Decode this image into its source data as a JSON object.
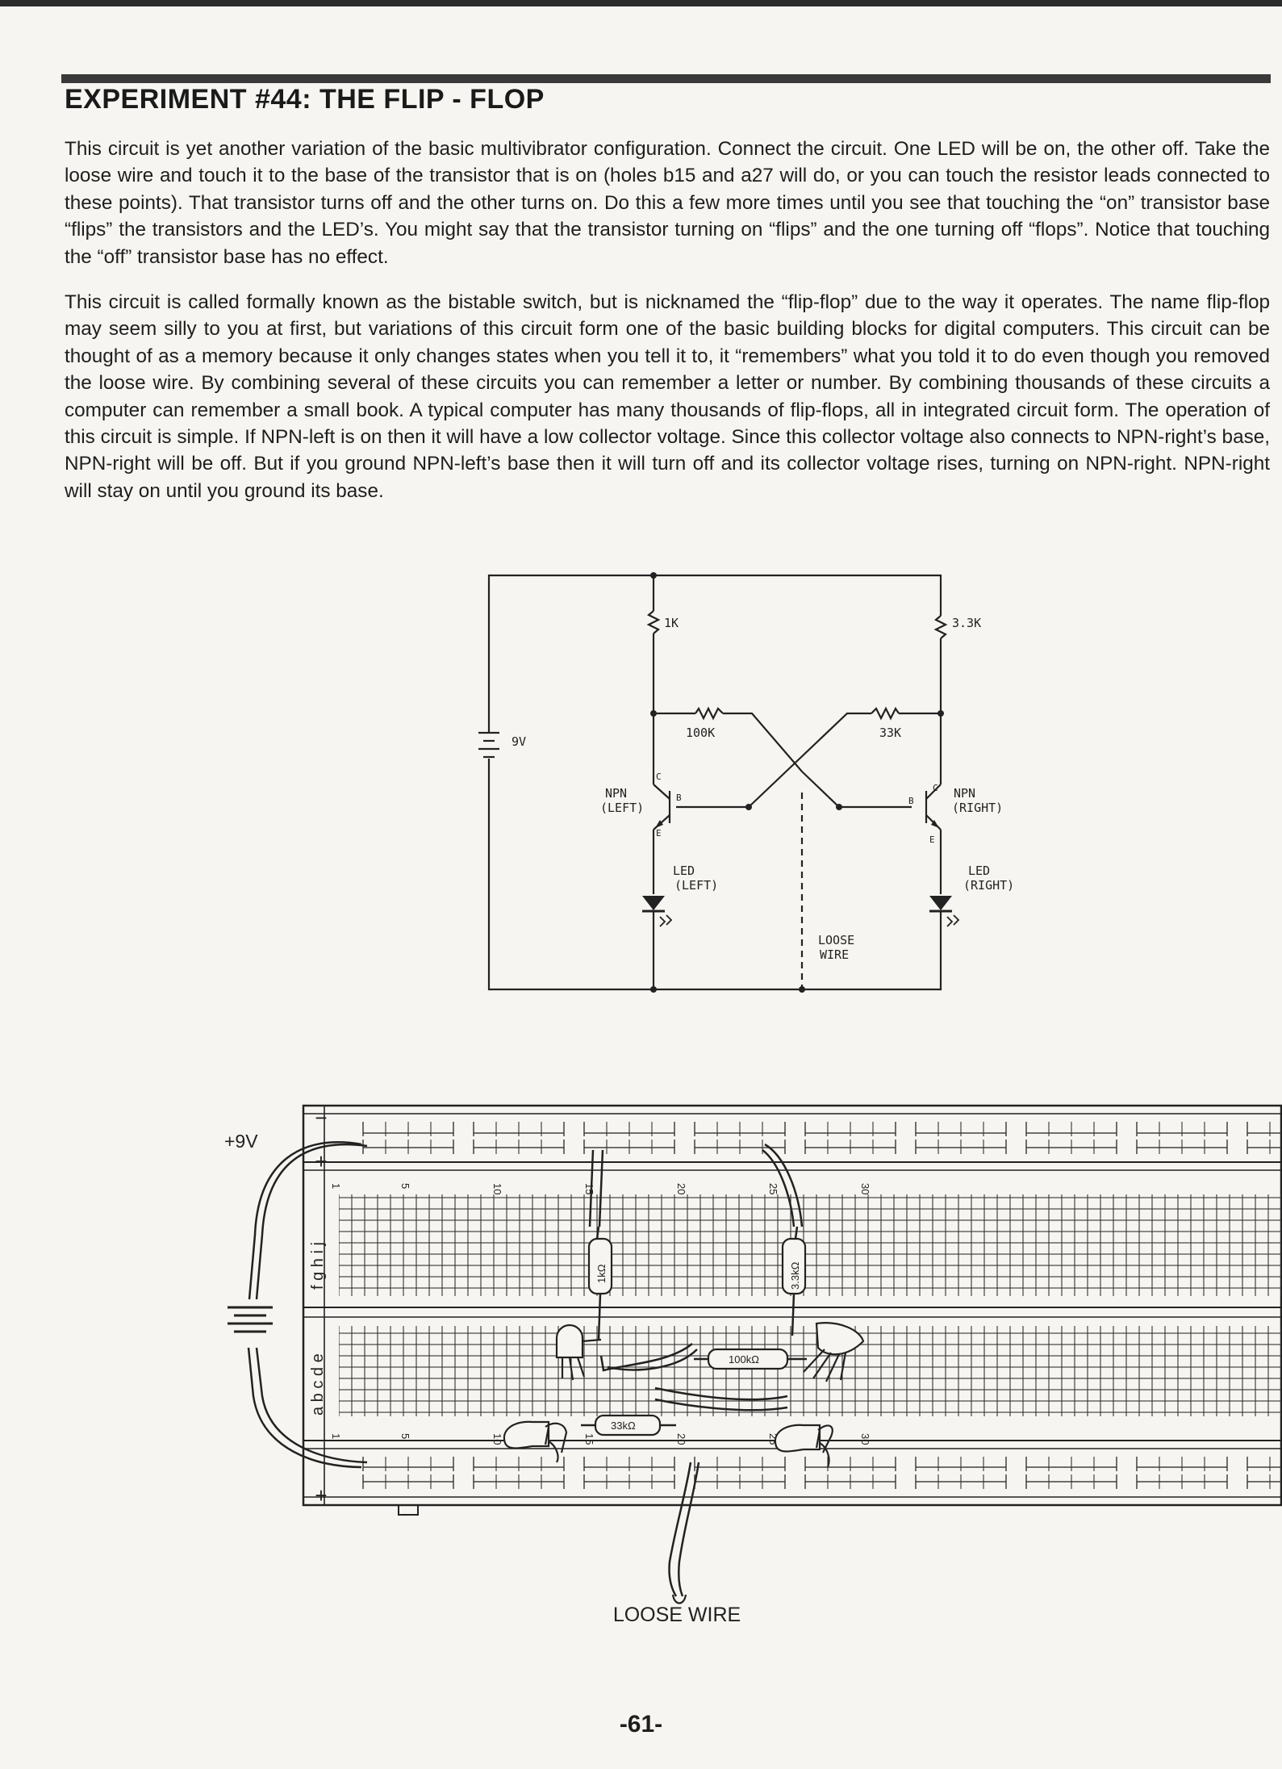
{
  "header": {
    "title": "EXPERIMENT #44:  THE FLIP - FLOP"
  },
  "body": {
    "paragraph_1": "This circuit is yet another variation of the basic multivibrator configuration.  Connect the circuit. One LED will be on, the other off.  Take the loose wire and touch it to the base of the transistor that is on (holes b15 and a27 will do, or you can touch the resistor leads connected to these points).  That transistor turns off and the other turns on.  Do this a few more times until you see that touching the “on” transistor base “flips” the transistors and the LED’s.  You might say that the transistor turning on “flips” and the one turning off “flops”.  Notice that touching the “off” transistor base has no effect.",
    "paragraph_2": "This circuit is called formally known as the bistable switch, but is nicknamed the “flip-flop” due to the way it operates.  The name flip-flop may seem silly to you at first, but variations of this circuit form one of the basic building blocks for digital computers.  This circuit can be thought of as a memory because it only changes states when you tell it to, it “remembers” what you told it to do even though you removed the loose wire.  By combining several of these circuits you can remember a letter or number.  By combining thousands of these circuits a computer can remember a small book.  A typical computer has many thousands of flip-flops, all in integrated circuit form.  The operation of this circuit is simple.  If NPN-left is on then it will have a low collector voltage.  Since this collector voltage also connects to NPN-right’s base, NPN-right will be off.  But if you ground NPN-left’s base then it will turn off and its collector voltage rises, turning on NPN-right.  NPN-right will stay on until you ground its base."
  },
  "schematic": {
    "r1": "1K",
    "r2": "3.3K",
    "r3": "100K",
    "r4": "33K",
    "battery": "9V",
    "npn_left_1": "NPN",
    "npn_left_2": "(LEFT)",
    "npn_right_1": "NPN",
    "npn_right_2": "(RIGHT)",
    "led_left_1": "LED",
    "led_left_2": "(LEFT)",
    "led_right_1": "LED",
    "led_right_2": "(RIGHT)",
    "loose_wire_1": "LOOSE",
    "loose_wire_2": "WIRE",
    "pin_c": "C",
    "pin_b": "B",
    "pin_e": "E"
  },
  "breadboard": {
    "supply_label": "+9V",
    "minus": "−",
    "plus": "+",
    "rows_top": "f g h i j",
    "rows_bottom": "a b c d e",
    "columns": [
      "1",
      "5",
      "10",
      "15",
      "20",
      "25",
      "30"
    ],
    "resistor_1k": "1kΩ",
    "resistor_3k3": "3.3kΩ",
    "resistor_100k": "100kΩ",
    "resistor_33k": "33kΩ",
    "loose_wire_caption": "LOOSE WIRE"
  },
  "footer": {
    "page_number": "-61-"
  }
}
